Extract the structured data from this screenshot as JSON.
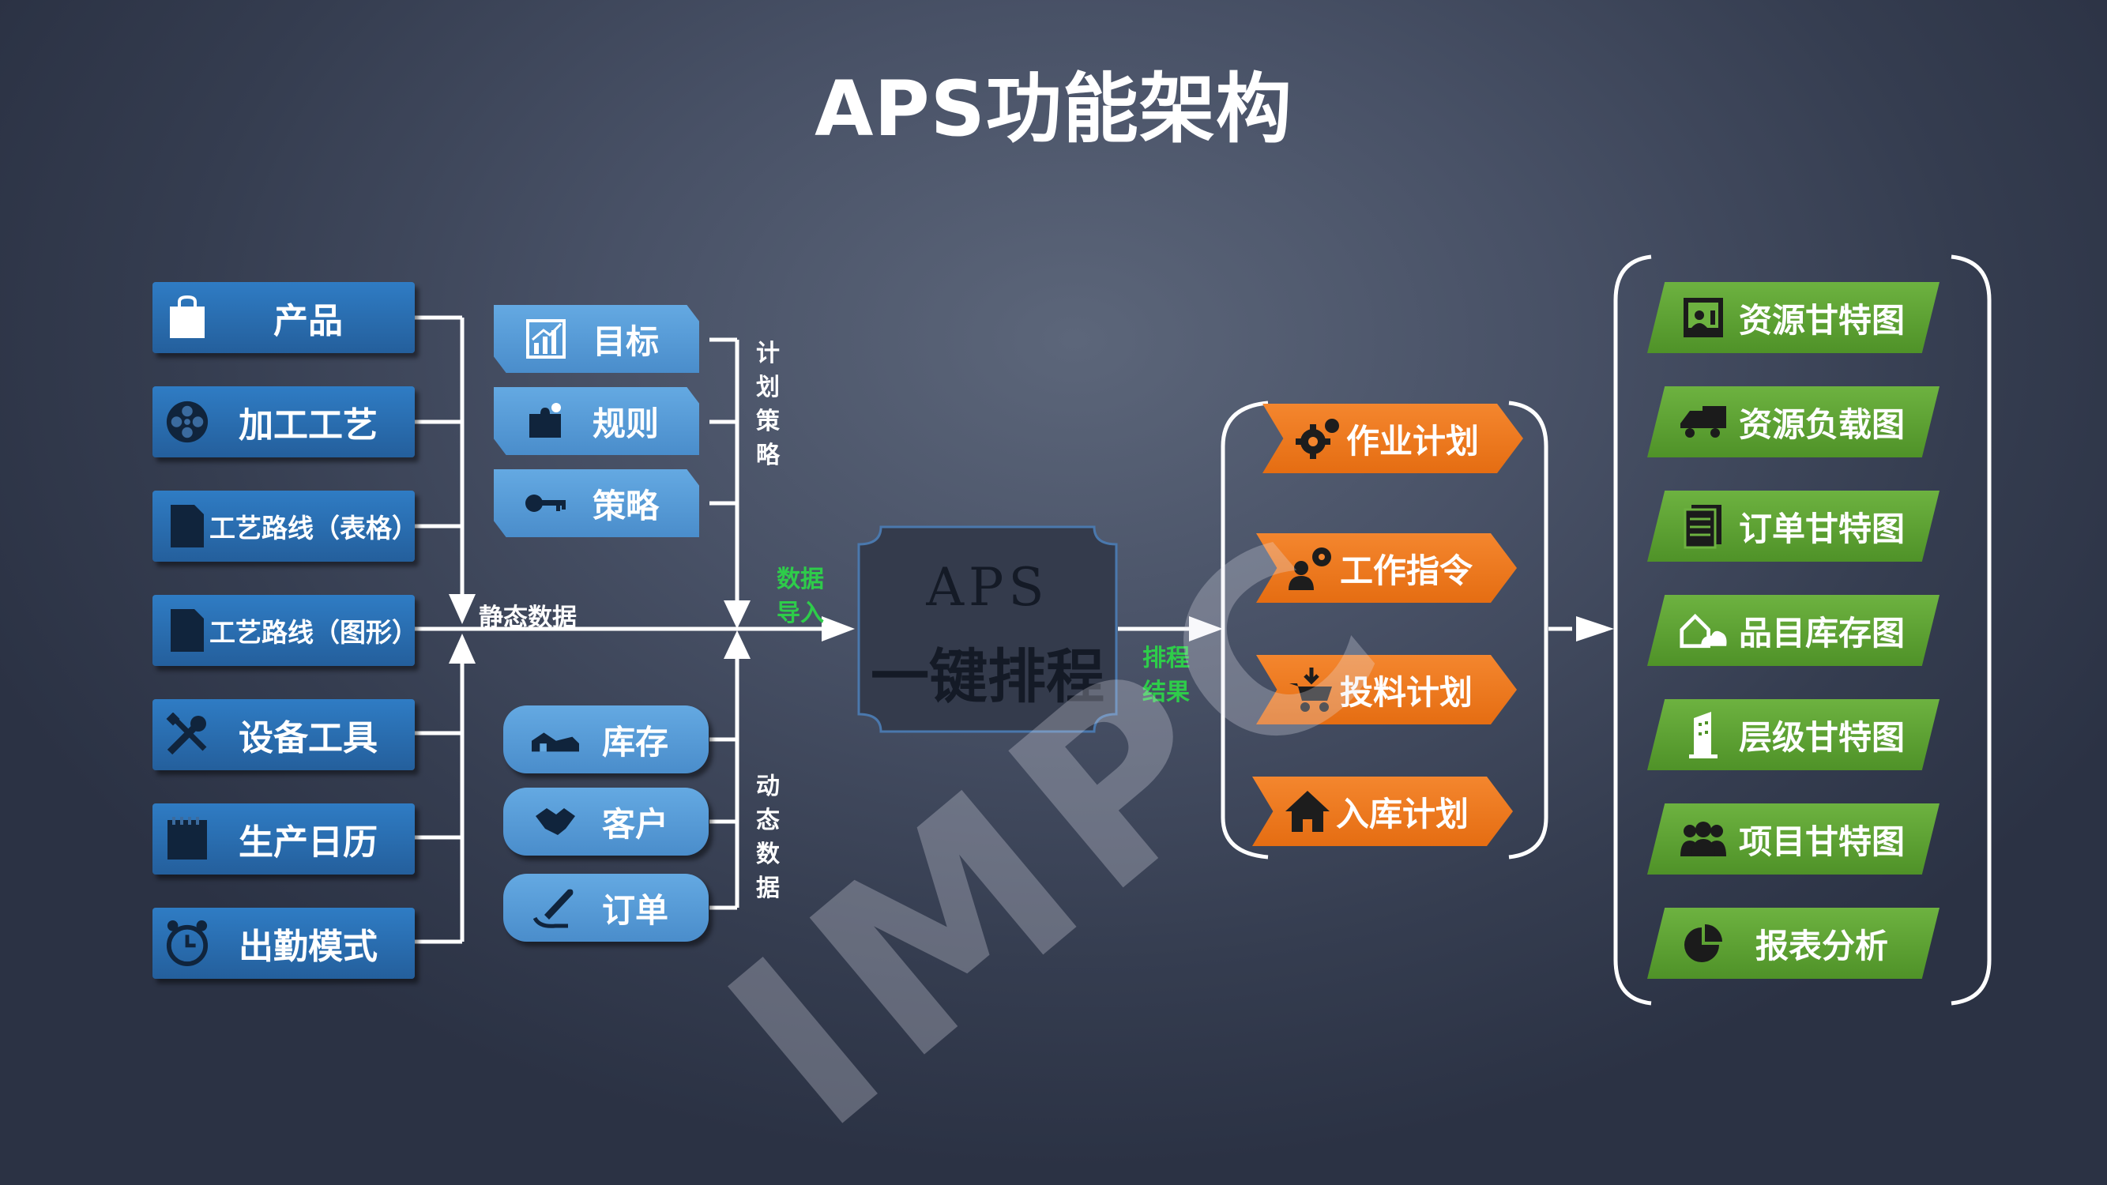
{
  "title": "APS功能架构",
  "static_inputs": [
    {
      "label": "产品",
      "icon": "shopping-bag-icon"
    },
    {
      "label": "加工工艺",
      "icon": "film-reel-icon"
    },
    {
      "label": "工艺路线（表格）",
      "icon": "document-icon"
    },
    {
      "label": "工艺路线（图形）",
      "icon": "document-icon"
    },
    {
      "label": "设备工具",
      "icon": "tools-icon"
    },
    {
      "label": "生产日历",
      "icon": "calendar-icon"
    },
    {
      "label": "出勤模式",
      "icon": "alarm-clock-icon"
    }
  ],
  "plan_strategy": [
    {
      "label": "目标",
      "icon": "chart-icon"
    },
    {
      "label": "规则",
      "icon": "puzzle-icon"
    },
    {
      "label": "策略",
      "icon": "key-icon"
    }
  ],
  "dynamic_data": [
    {
      "label": "库存",
      "icon": "warehouse-icon"
    },
    {
      "label": "客户",
      "icon": "handshake-icon"
    },
    {
      "label": "订单",
      "icon": "pen-icon"
    }
  ],
  "labels": {
    "static_data": "静态数据",
    "plan_strategy": [
      "计",
      "划",
      "策",
      "略"
    ],
    "dynamic_data": [
      "动",
      "态",
      "数",
      "据"
    ],
    "data_import": [
      "数据",
      "导入"
    ],
    "schedule_result": [
      "排程",
      "结果"
    ]
  },
  "core": {
    "line1": "APS",
    "line2": "一键排程"
  },
  "plans": [
    {
      "label": "作业计划",
      "icon": "gear-icon"
    },
    {
      "label": "工作指令",
      "icon": "worker-gear-icon"
    },
    {
      "label": "投料计划",
      "icon": "cart-icon"
    },
    {
      "label": "入库计划",
      "icon": "house-icon"
    }
  ],
  "outputs": [
    {
      "label": "资源甘特图",
      "icon": "presenter-icon"
    },
    {
      "label": "资源负载图",
      "icon": "truck-icon"
    },
    {
      "label": "订单甘特图",
      "icon": "document-list-icon"
    },
    {
      "label": "品目库存图",
      "icon": "house-cloud-icon"
    },
    {
      "label": "层级甘特图",
      "icon": "building-icon"
    },
    {
      "label": "项目甘特图",
      "icon": "team-icon"
    },
    {
      "label": "报表分析",
      "icon": "pie-chart-icon"
    }
  ],
  "watermark": "IMPC"
}
